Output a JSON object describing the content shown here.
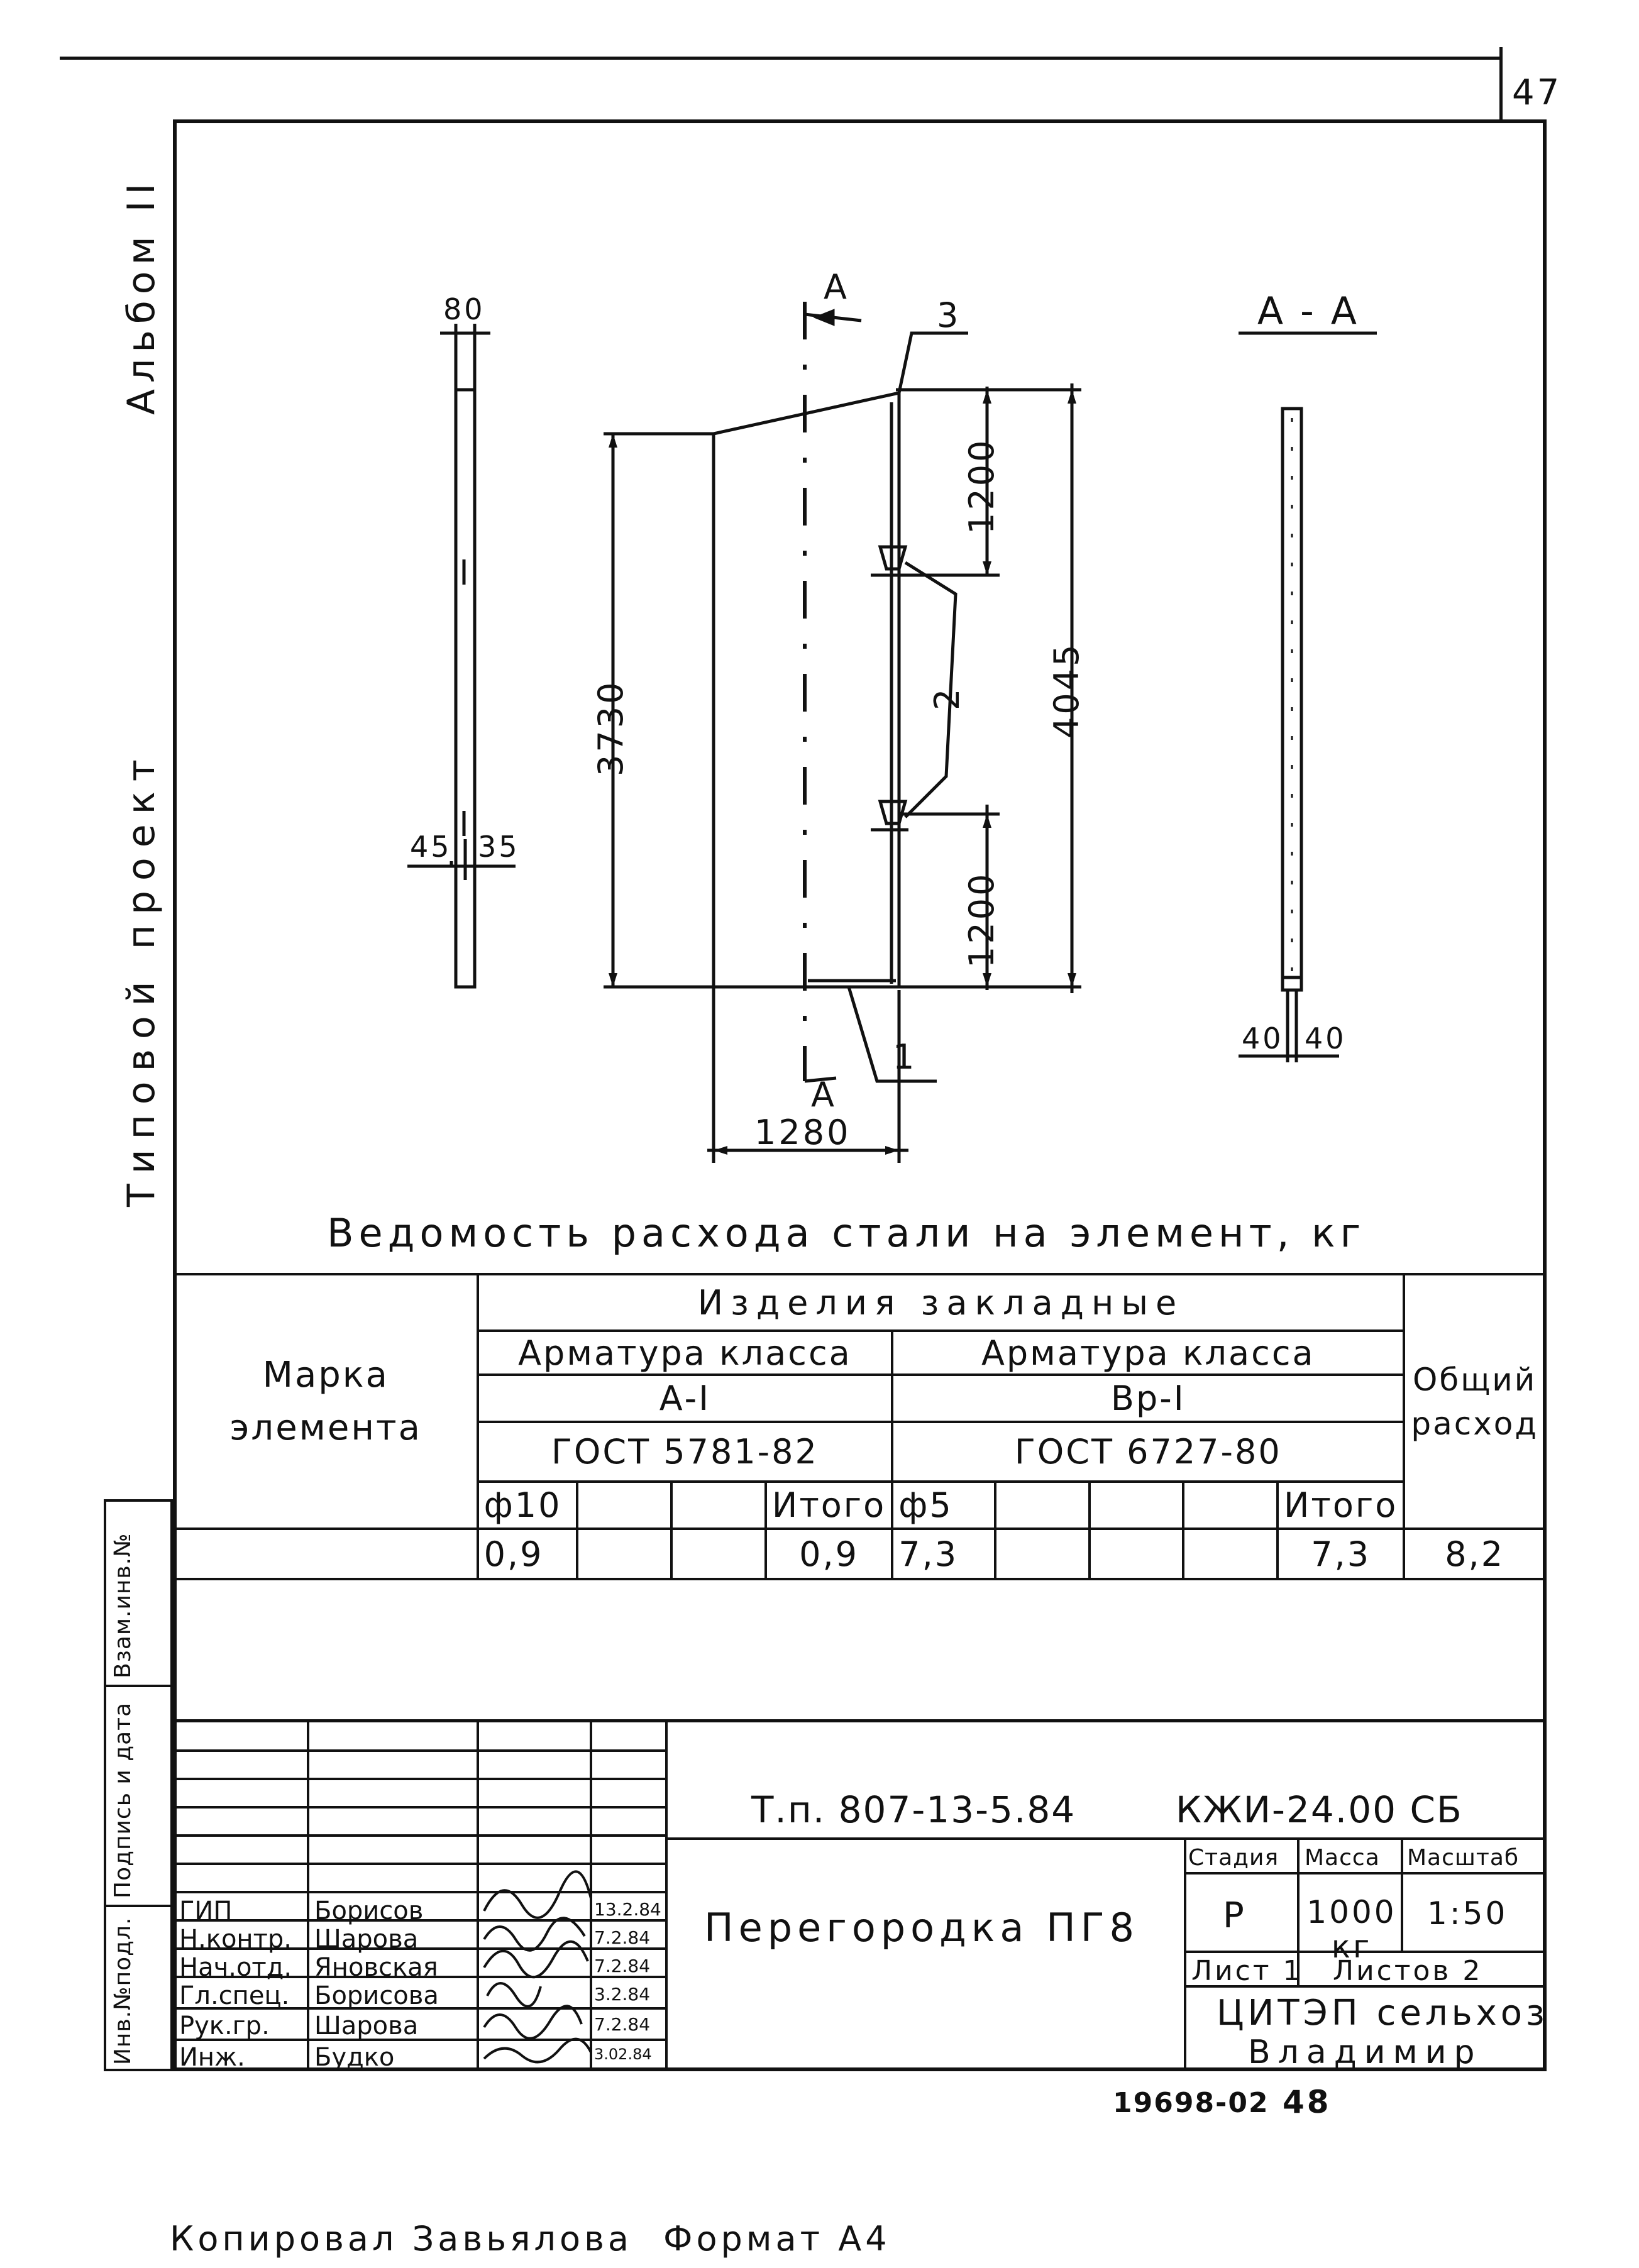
{
  "page_number": "47",
  "margin": {
    "album": "Альбом II",
    "project": "Типовой проект"
  },
  "side_stamp": [
    "Инв.№подл.",
    "Подпись и дата",
    "Взам.инв.№"
  ],
  "drawing": {
    "top_width": "80",
    "bottom_left": "45",
    "bottom_right": "35",
    "section_mark": "А",
    "label_3": "3",
    "label_2": "2",
    "label_1": "1",
    "dim_1200_top": "1200",
    "dim_1200_bottom": "1200",
    "dim_3730": "3730",
    "dim_4045": "4045",
    "dim_1280": "1280",
    "section_title": "А - А",
    "sec_left": "40",
    "sec_right": "40"
  },
  "table": {
    "title": "Ведомость расхода стали на элемент, кг",
    "mark": "Марка элемента",
    "items": "Изделия закладные",
    "arm1": "Арматура класса",
    "arm2": "Арматура класса",
    "cls1": "А-I",
    "cls2": "Вр-I",
    "gost1": "ГОСТ 5781-82",
    "gost2": "ГОСТ 6727-80",
    "total": "Общий расход",
    "d10": "ф10",
    "itogo1": "Итого",
    "d5": "ф5",
    "itogo2": "Итого",
    "v1": "0,9",
    "v2": "0,9",
    "v3": "7,3",
    "v4": "7,3",
    "v5": "8,2"
  },
  "stamp": {
    "code": "Т.п. 807-13-5.84",
    "doc": "КЖИ-24.00 СБ",
    "stage_h": "Стадия",
    "mass_h": "Масса",
    "scale_h": "Масштаб",
    "stage": "Р",
    "mass": "1000 кг",
    "scale": "1:50",
    "title": "Перегородка ПГ8",
    "sheet": "Лист 1",
    "sheets": "Листов 2",
    "org1": "ЦИТЭП сельхоз",
    "org2": "Владимир",
    "rows": [
      {
        "role": "ГИП",
        "name": "Борисов",
        "date": "13.2.84"
      },
      {
        "role": "Н.контр.",
        "name": "Шарова",
        "date": "7.2.84"
      },
      {
        "role": "Нач.отд.",
        "name": "Яновская",
        "date": "7.2.84"
      },
      {
        "role": "Гл.спец.",
        "name": "Борисова",
        "date": "3.2.84"
      },
      {
        "role": "Рук.гр.",
        "name": "Шарова",
        "date": "7.2.84"
      },
      {
        "role": "Инж.",
        "name": "Будко",
        "date": "3.02.84"
      }
    ]
  },
  "footer": {
    "number": "19698-02",
    "page": "48",
    "copied": "Копировал Завьялова",
    "format": "Формат А4"
  }
}
